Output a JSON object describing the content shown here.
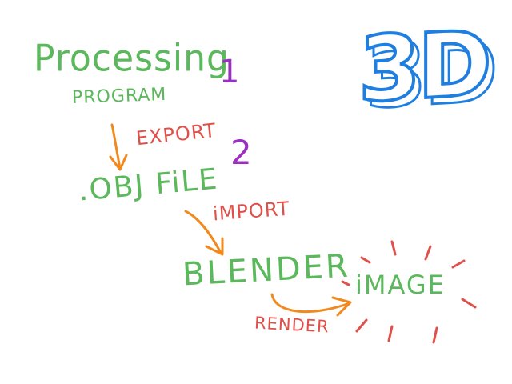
{
  "diagram": {
    "nodes": {
      "processing": "Processing",
      "program": "PROGRAM",
      "obj_file": ".OBJ FiLE",
      "blender": "BLENDER",
      "image": "iMAGE"
    },
    "edges": {
      "export": "EXPORT",
      "import": "iMPORT",
      "render": "RENDER"
    },
    "steps": {
      "one": "1",
      "two": "2"
    },
    "badge": "3D"
  },
  "colors": {
    "node_text": "#5cb85c",
    "edge_label": "#e0504a",
    "arrow": "#f08a1e",
    "step_number": "#9b30c0",
    "badge": "#1f7fe0",
    "rays": "#e0504a"
  }
}
